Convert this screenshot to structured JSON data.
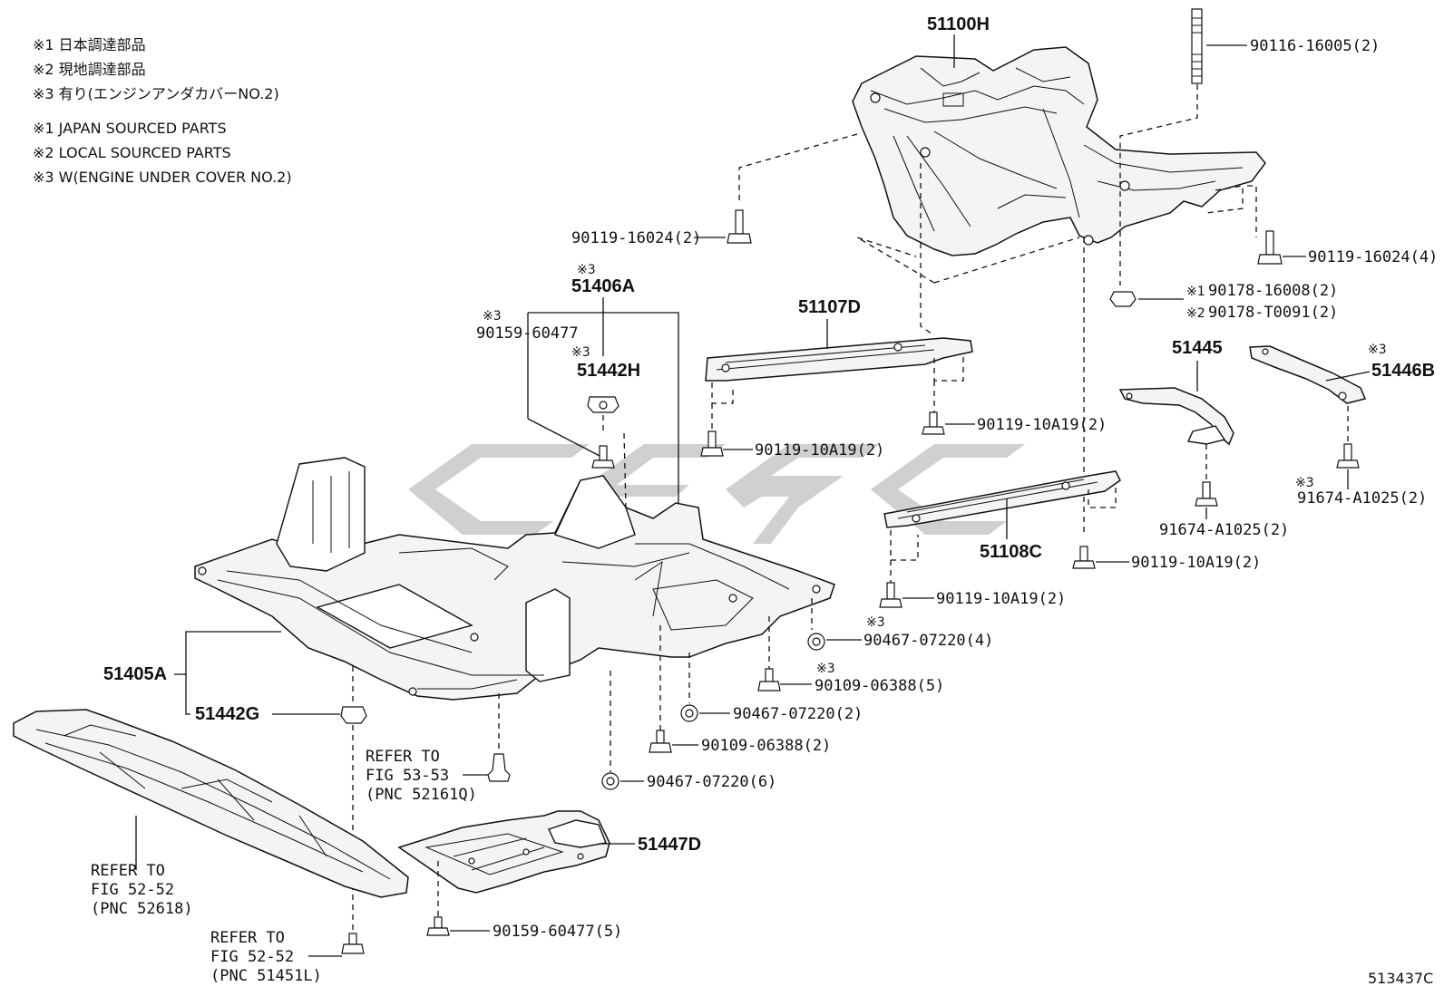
{
  "legend": {
    "ja": [
      "※1 日本調達部品",
      "※2 現地調達部品",
      "※3 有り(エンジンアンダカバーNO.2)"
    ],
    "en": [
      "※1 JAPAN SOURCED PARTS",
      "※2 LOCAL SOURCED PARTS",
      "※3 W(ENGINE UNDER COVER NO.2)"
    ]
  },
  "watermark_color": "#c8c8c8",
  "part_numbers": {
    "p51100H": "51100H",
    "p51406A": "51406A",
    "p51442H": "51442H",
    "p51107D": "51107D",
    "p51445": "51445",
    "p51446B": "51446B",
    "p51108C": "51108C",
    "p51405A": "51405A",
    "p51442G": "51442G",
    "p51447D": "51447D"
  },
  "marks": {
    "m51406A": "※3",
    "m90159_top": "※3",
    "m51442H": "※3",
    "m51446B": "※3",
    "m91674_right": "※3",
    "m90467_4": "※3",
    "m90109_5": "※3",
    "m90178_16008": "※1",
    "m90178_T0091": "※2"
  },
  "fasteners": {
    "f90116_16005": "90116-16005(2)",
    "f90119_16024_left": "90119-16024(2)",
    "f90119_16024_right": "90119-16024(4)",
    "f90178_16008": "90178-16008(2)",
    "f90178_T0091": "90178-T0091(2)",
    "f90159_60477_top": "90159-60477",
    "f90119_10A19_a": "90119-10A19(2)",
    "f90119_10A19_b": "90119-10A19(2)",
    "f90119_10A19_c": "90119-10A19(2)",
    "f90119_10A19_d": "90119-10A19(2)",
    "f91674_A1025_mid": "91674-A1025(2)",
    "f91674_A1025_right": "91674-A1025(2)",
    "f90467_07220_4": "90467-07220(4)",
    "f90109_06388_5": "90109-06388(5)",
    "f90467_07220_2": "90467-07220(2)",
    "f90109_06388_2": "90109-06388(2)",
    "f90467_07220_6": "90467-07220(6)",
    "f90159_60477_5": "90159-60477(5)"
  },
  "refers": {
    "r53_l1": "REFER TO",
    "r53_l2": "FIG 53-53",
    "r53_l3": "(PNC 52161Q)",
    "r52a_l1": "REFER TO",
    "r52a_l2": "FIG 52-52",
    "r52a_l3": "(PNC 52618)",
    "r52b_l1": "REFER TO",
    "r52b_l2": "FIG 52-52",
    "r52b_l3": "(PNC 51451L)"
  },
  "figure_id": "513437C"
}
